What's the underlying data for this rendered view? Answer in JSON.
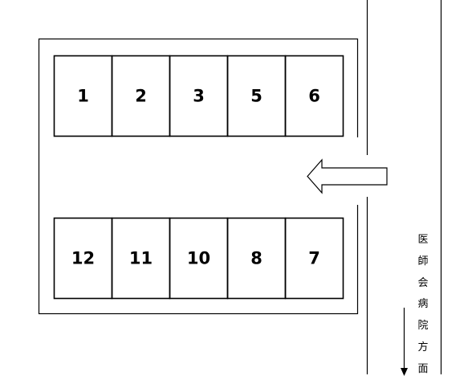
{
  "parking_lot": {
    "top_row": [
      "1",
      "2",
      "3",
      "5",
      "6"
    ],
    "bottom_row": [
      "12",
      "11",
      "10",
      "8",
      "7"
    ]
  },
  "entrance": {
    "arrow": "entrance-arrow-left-icon"
  },
  "direction_note": {
    "text": "医師会病院方面",
    "chars": [
      "医",
      "師",
      "会",
      "病",
      "院",
      "方",
      "面"
    ],
    "arrow": "arrow-down-icon"
  },
  "colors": {
    "line": "#000000",
    "background": "#ffffff"
  }
}
